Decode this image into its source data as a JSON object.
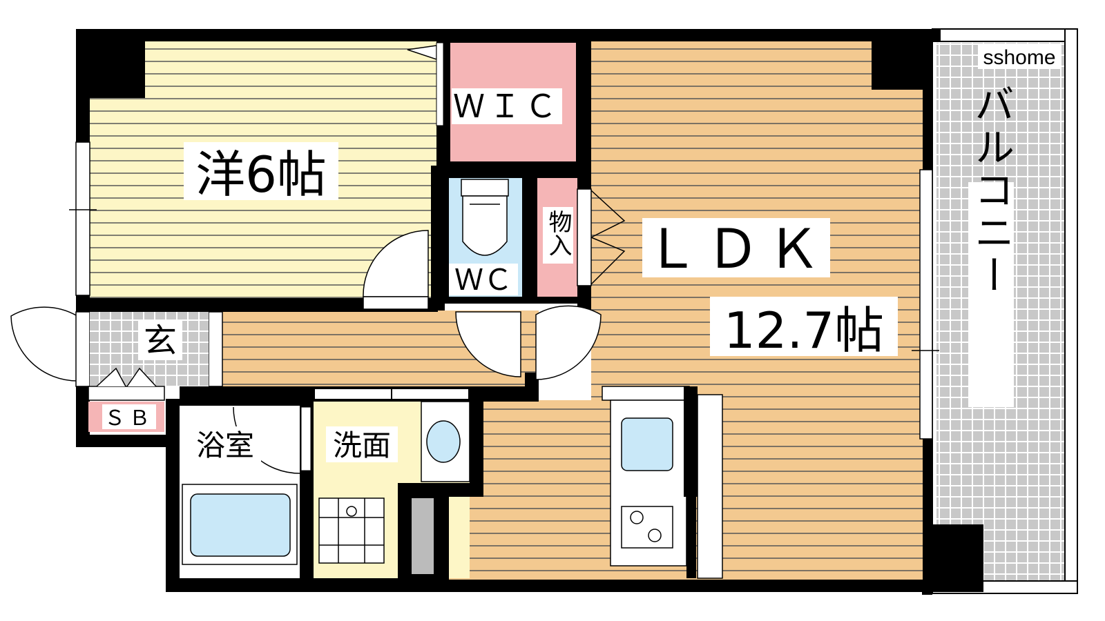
{
  "watermark": "sshome",
  "rooms": {
    "western": {
      "label": "洋6帖"
    },
    "wic": {
      "label": "ＷＩＣ"
    },
    "wc": {
      "label": "ＷＣ"
    },
    "storage": {
      "label": "物入"
    },
    "ldk": {
      "label": "ＬＤＫ",
      "size": "12.7帖"
    },
    "entrance": {
      "label": "玄"
    },
    "shoe_box": {
      "label": "ＳＢ"
    },
    "bath": {
      "label": "浴室"
    },
    "washroom": {
      "label": "洗面"
    },
    "balcony": {
      "label": "バルコニー"
    }
  },
  "colors": {
    "wall": "#000000",
    "western_floor": "#fdf6c6",
    "ldk_floor": "#f3c990",
    "closet_pink": "#f5b5b6",
    "wet_blue": "#c9e8f8",
    "wash_floor": "#fdf6c6",
    "balcony_tile": "#cccccc",
    "stripe": "#555555"
  }
}
